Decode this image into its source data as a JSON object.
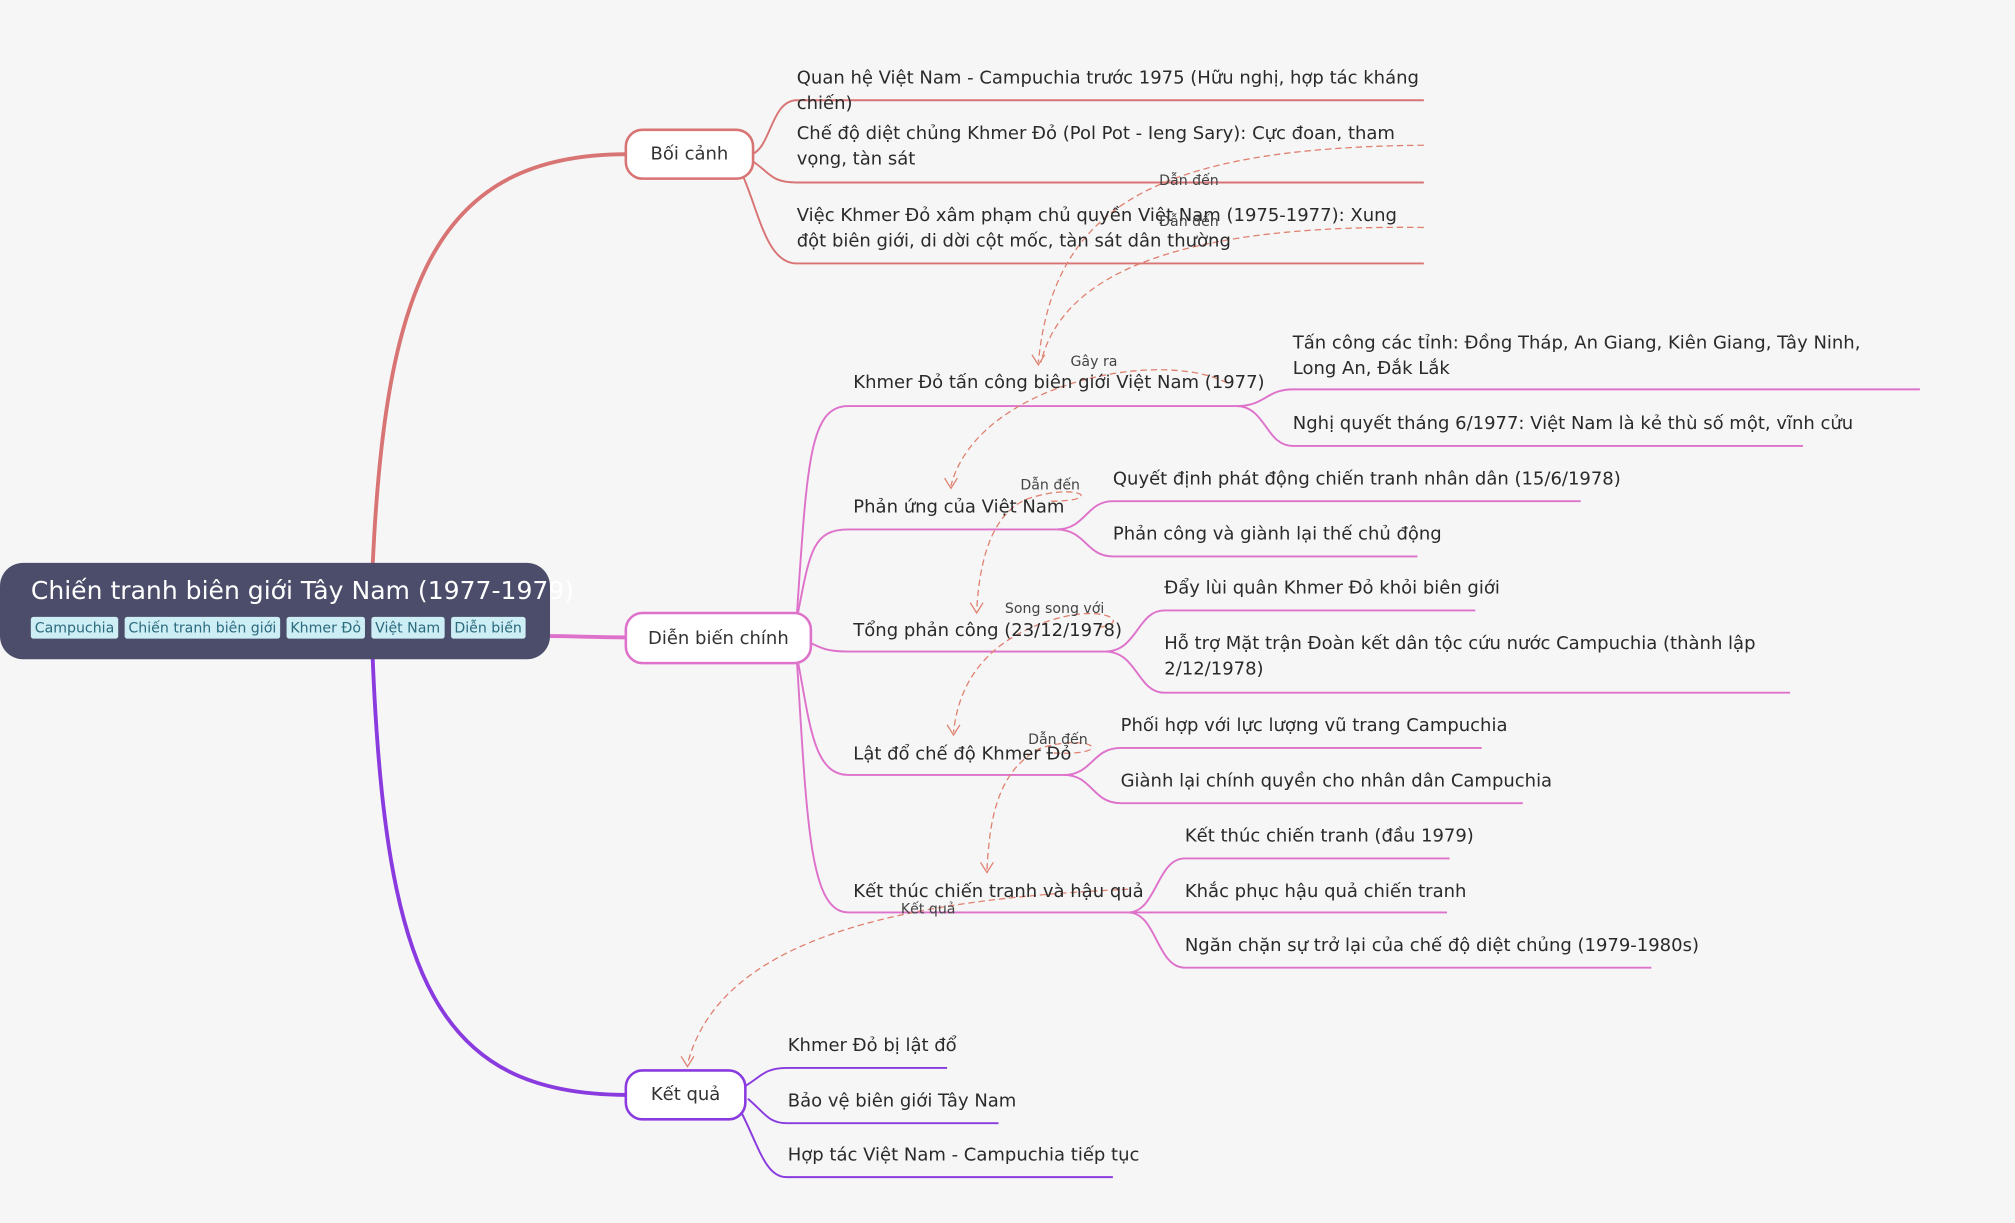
{
  "root": {
    "title": "Chiến tranh biên giới Tây Nam (1977-1979)",
    "tags": [
      "Campuchia",
      "Chiến tranh biên giới",
      "Khmer Đỏ",
      "Việt Nam",
      "Diễn biến"
    ]
  },
  "colors": {
    "root_bg": "#4b4d6b",
    "branch_boi_canh": "#d87474",
    "branch_dien_bien": "#de72cb",
    "branch_ket_qua": "#8a3bdf",
    "relation_line": "#e0806f",
    "tag_bg": "#cdeef4"
  },
  "branches": {
    "boi_canh": {
      "label": "Bối cảnh",
      "items": [
        "Quan hệ Việt Nam - Campuchia trước 1975 (Hữu nghị, hợp tác kháng chiến)",
        "Chế độ diệt chủng Khmer Đỏ (Pol Pot - Ieng Sary): Cực đoan, tham vọng, tàn sát",
        "Việc Khmer Đỏ xâm phạm chủ quyền Việt Nam (1975-1977): Xung đột biên giới, di dời cột mốc, tàn sát dân thường"
      ]
    },
    "dien_bien": {
      "label": "Diễn biến chính",
      "subs": [
        {
          "label": "Khmer Đỏ tấn công biên giới Việt Nam (1977)",
          "items": [
            "Tấn công các tỉnh: Đồng Tháp, An Giang, Kiên Giang, Tây Ninh, Long An, Đắk Lắk",
            "Nghị quyết tháng 6/1977: Việt Nam là kẻ thù số một, vĩnh cửu"
          ]
        },
        {
          "label": "Phản ứng của Việt Nam",
          "items": [
            "Quyết định phát động chiến tranh nhân dân (15/6/1978)",
            "Phản công và giành lại thế chủ động"
          ]
        },
        {
          "label": "Tổng phản công (23/12/1978)",
          "items": [
            "Đẩy lùi quân Khmer Đỏ khỏi biên giới",
            "Hỗ trợ Mặt trận Đoàn kết dân tộc cứu nước Campuchia (thành lập 2/12/1978)"
          ]
        },
        {
          "label": "Lật đổ chế độ Khmer Đỏ",
          "items": [
            "Phối hợp với lực lượng vũ trang Campuchia",
            "Giành lại chính quyền cho nhân dân Campuchia"
          ]
        },
        {
          "label": "Kết thúc chiến tranh và hậu quả",
          "items": [
            "Kết thúc chiến tranh (đầu 1979)",
            "Khắc phục hậu quả chiến tranh",
            "Ngăn chặn sự trở lại của chế độ diệt chủng (1979-1980s)"
          ]
        }
      ]
    },
    "ket_qua": {
      "label": "Kết quả",
      "items": [
        "Khmer Đỏ bị lật đổ",
        "Bảo vệ biên giới Tây Nam",
        "Hợp tác Việt Nam - Campuchia tiếp tục"
      ]
    }
  },
  "relations": [
    "Dẫn đến",
    "Dẫn đến",
    "Gây ra",
    "Dẫn đến",
    "Song song với",
    "Dẫn đến",
    "Kết quả"
  ]
}
